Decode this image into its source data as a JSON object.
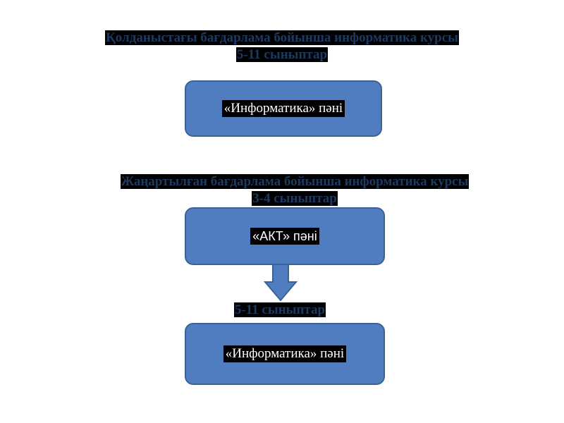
{
  "section1": {
    "heading_line1": "Қолданыстағы бағдарлама бойынша информатика курсы",
    "heading_line2": "5-11 сыныптар",
    "box_label": "«Информатика» пәні"
  },
  "section2": {
    "heading_line1": "Жаңартылған бағдарлама бойынша информатика курсы",
    "heading_line2": "3-4 сыныптар",
    "box_label": "«АКТ» пәні",
    "grades_label": "5-11 сыныптар",
    "box2_label": "«Информатика» пәні"
  },
  "colors": {
    "box_fill": "#4f7dbf",
    "box_border": "#3a6298",
    "heading_text": "#1f3a5f",
    "highlight": "#000000"
  }
}
